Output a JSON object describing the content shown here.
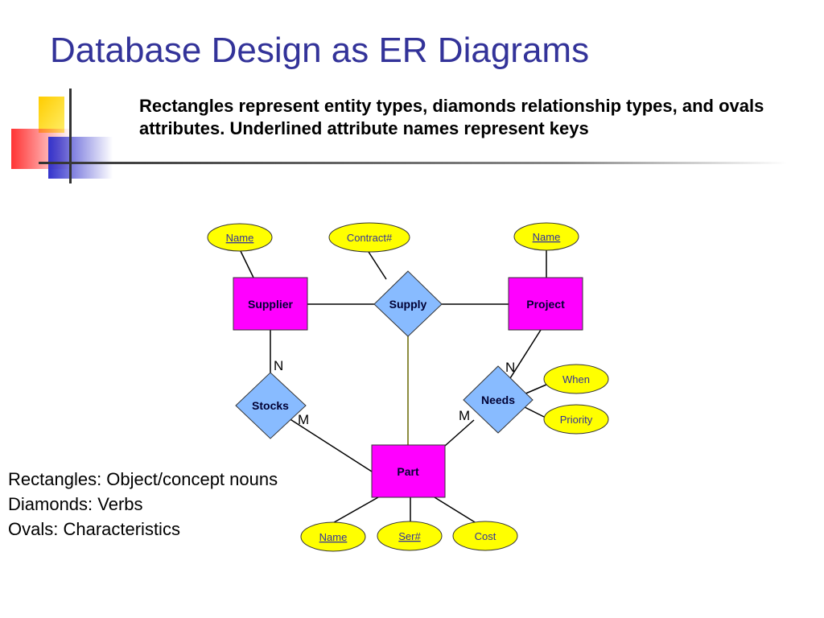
{
  "slide": {
    "title": "Database Design as ER Diagrams",
    "subtitle": "Rectangles represent entity types, diamonds relationship types, and ovals attributes. Underlined attribute names represent keys"
  },
  "legend": [
    "Rectangles: Object/concept nouns",
    "Diamonds: Verbs",
    "Ovals: Characteristics"
  ],
  "diagram": {
    "entities": {
      "supplier": "Supplier",
      "project": "Project",
      "part": "Part"
    },
    "relationships": {
      "supply": "Supply",
      "stocks": "Stocks",
      "needs": "Needs"
    },
    "attributes": {
      "supplier_name": "Name",
      "contract": "Contract#",
      "project_name": "Name",
      "when": "When",
      "priority": "Priority",
      "part_name": "Name",
      "ser": "Ser#",
      "cost": "Cost"
    },
    "cardinalities": {
      "stocks_supplier": "N",
      "stocks_part": "M",
      "needs_project": "N",
      "needs_part": "M"
    }
  },
  "colors": {
    "title": "#333399",
    "entity_fill": "#ff00ff",
    "relationship_fill": "#88bbff",
    "attribute_fill": "#ffff00"
  }
}
